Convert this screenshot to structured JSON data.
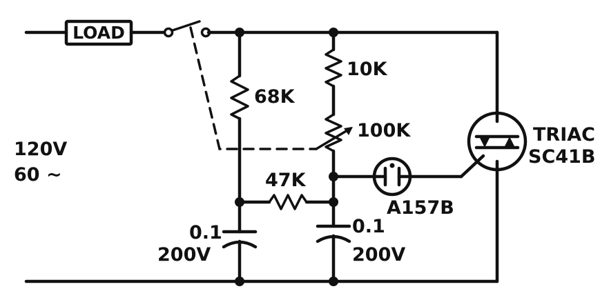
{
  "labels": {
    "load": "LOAD",
    "source_voltage": "120V",
    "source_freq": "60 ~",
    "r1": "68K",
    "r2": "10K",
    "pot": "100K",
    "r3": "47K",
    "c1_value": "0.1",
    "c1_rating": "200V",
    "c2_value": "0.1",
    "c2_rating": "200V",
    "neon": "A157B",
    "triac_name": "TRIAC",
    "triac_part": "SC41B"
  }
}
